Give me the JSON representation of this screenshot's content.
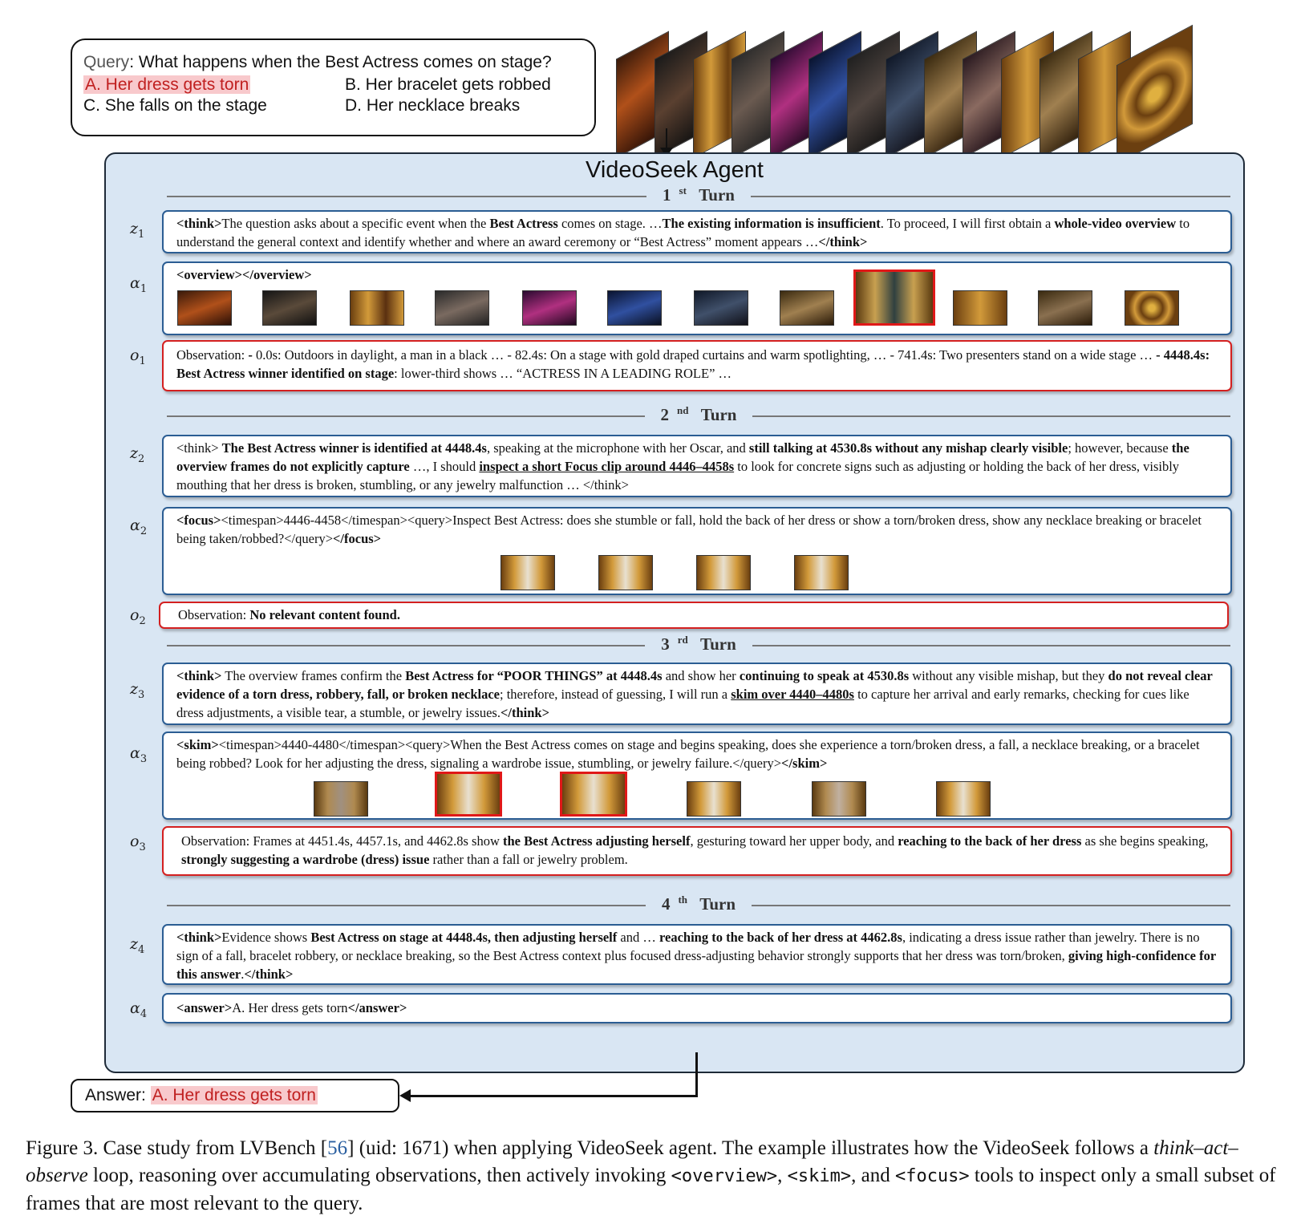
{
  "query": {
    "label": "Query",
    "question": ": What happens when the Best Actress comes on stage?",
    "options": {
      "a": "A. Her dress gets torn",
      "b": "B. Her bracelet gets robbed",
      "c": "C. She falls on the stage",
      "d": "D. Her necklace breaks"
    }
  },
  "agent_title": "VideoSeek Agent",
  "turns": [
    {
      "ord": "1",
      "sup": "st",
      "word": "Turn"
    },
    {
      "ord": "2",
      "sup": "nd",
      "word": "Turn"
    },
    {
      "ord": "3",
      "sup": "rd",
      "word": "Turn"
    },
    {
      "ord": "4",
      "sup": "th",
      "word": "Turn"
    }
  ],
  "symbols": {
    "z": "z",
    "alpha": "α",
    "o": "o",
    "subs": [
      "1",
      "2",
      "3",
      "4"
    ]
  },
  "t1": {
    "z_parts": [
      "<think>",
      "The question asks about a specific event when the ",
      "Best Actress",
      " comes on stage. …",
      "The existing information is insufficient",
      ". To proceed, I will first obtain a ",
      "whole-video overview",
      " to understand the general context and identify whether and where an award ceremony or “Best Actress” moment appears …",
      "</think>"
    ],
    "a_tag": "<overview></overview>",
    "o_parts": [
      "Observation: ",
      "- ",
      "0.0s: Outdoors in daylight, a man in a black … - 82.4s: On a stage with gold draped curtains and warm spotlighting, … - 741.4s: Two presenters stand on a wide stage … ",
      "- 4448.4s: Best Actress winner identified on stage",
      ": lower-third shows … “ACTRESS IN A LEADING ROLE” …"
    ]
  },
  "t2": {
    "z_parts": [
      "<think> ",
      "The Best Actress winner is identified at 4448.4s",
      ", speaking at the microphone with her Oscar, and ",
      "still talking at 4530.8s without any mishap clearly visible",
      "; however, because ",
      "the overview frames do not explicitly capture",
      " …, I should ",
      "inspect a short Focus clip around 4446–4458s",
      " to look for concrete signs such as adjusting or holding the back of her dress, visibly mouthing that her dress is broken, stumbling, or any jewelry malfunction … </think>"
    ],
    "a_parts": [
      "<focus>",
      "<timespan>4446-4458</timespan><query>Inspect Best Actress: does she stumble or fall, hold the back of her dress or show a torn/broken dress, show any necklace breaking or bracelet being taken/robbed?</query>",
      "</focus>"
    ],
    "o_parts": [
      "Observation: ",
      "No relevant content found."
    ]
  },
  "t3": {
    "z_parts": [
      "<think>",
      " The overview frames confirm the ",
      "Best Actress for “POOR THINGS” at 4448.4s",
      " and show her ",
      "continuing to speak at 4530.8s",
      " without any visible mishap, but they ",
      "do not reveal clear evidence of a torn dress, robbery, fall, or broken necklace",
      "; therefore, instead of guessing, I will run a ",
      "skim over 4440–4480s",
      " to capture her arrival and early remarks, checking for cues like dress adjustments, a visible tear, a stumble, or jewelry issues.",
      "</think>"
    ],
    "a_parts": [
      "<skim>",
      "<timespan>4440-4480</timespan><query>When the Best Actress comes on stage and begins speaking, does she experience a torn/broken dress, a fall, a necklace breaking, or a bracelet being robbed? Look for her adjusting the dress, signaling a wardrobe issue, stumbling, or jewelry failure.</query>",
      "</skim>"
    ],
    "o_parts": [
      "Observation: Frames at 4451.4s, 4457.1s, and 4462.8s show ",
      "the Best Actress adjusting herself",
      ", gesturing toward her upper body, and ",
      "reaching to the back of her dress",
      " as she begins speaking, ",
      "strongly suggesting a wardrobe (dress) issue",
      " rather than a fall or jewelry problem."
    ]
  },
  "t4": {
    "z_parts": [
      "<think>",
      "Evidence shows ",
      "Best Actress on stage at 4448.4s, then adjusting herself",
      " and … ",
      "reaching to the back of her dress at 4462.8s",
      ", indicating a dress issue rather than jewelry. There is no sign of a fall, bracelet robbery, or necklace breaking, so the Best Actress context plus focused dress-adjusting behavior strongly supports that her dress was torn/broken, ",
      "giving high-confidence for this answer",
      ".",
      "</think>"
    ],
    "a_parts": [
      "<answer>",
      "A. Her dress gets torn",
      "</answer>"
    ]
  },
  "answer": {
    "label": "Answer: ",
    "value": "A. Her dress gets torn"
  },
  "caption": {
    "p1": "Figure 3. Case study from LVBench [",
    "ref": "56",
    "p2": "] (uid: 1671) when applying VideoSeek agent. The example illustrates how the VideoSeek follows a ",
    "em": "think–act–observe",
    "p3": " loop, reasoning over accumulating observations, then actively invoking ",
    "t1": "<overview>",
    "c1": ", ",
    "t2": "<skim>",
    "c2": ", and ",
    "t3": "<focus>",
    "p4": " tools to inspect only a small subset of frames that are most relevant to the query."
  },
  "colors": {
    "highlight": "#f8c9cc",
    "frame_border": "#2b5d93",
    "observation_border": "#d42020",
    "panel_bg": "#d9e6f3"
  }
}
